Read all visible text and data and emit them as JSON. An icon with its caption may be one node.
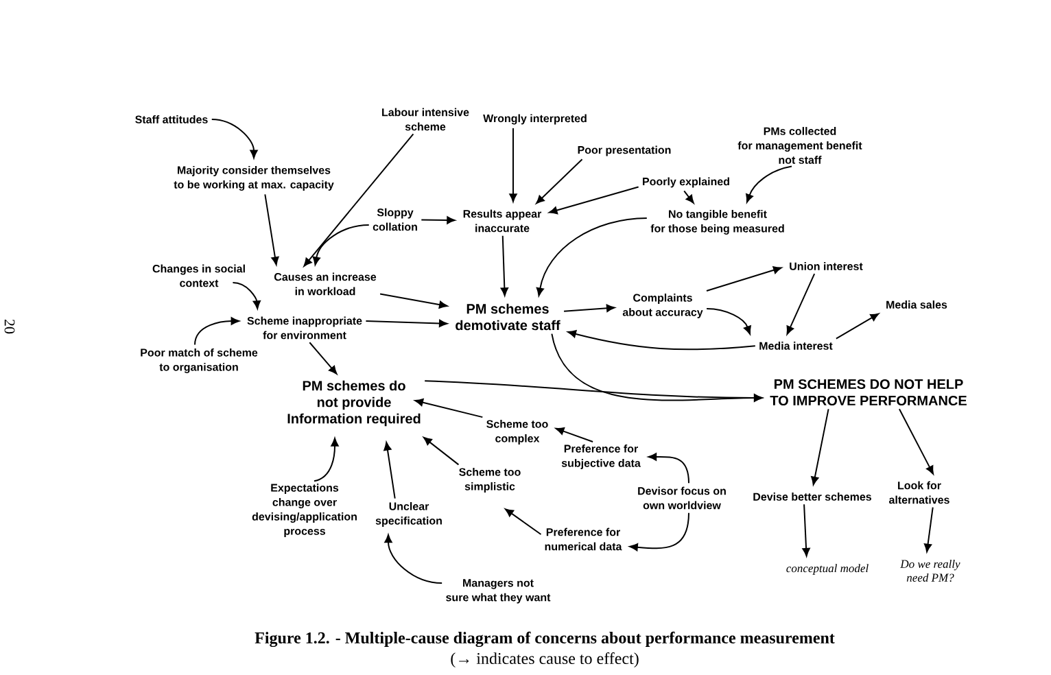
{
  "diagram": {
    "caption": "Figure 1.2. - Multiple-cause diagram of concerns about performance measurement",
    "nodes": [
      {
        "text": [
          "Staff attitudes"
        ]
      },
      {
        "text": [
          "Majority consider themselves to be working at max. capacity"
        ]
      },
      {
        "text": [
          "Labour intensive scheme"
        ]
      },
      {
        "text": [
          "Wrongly interpreted"
        ]
      },
      {
        "text": [
          "Poor presentation"
        ]
      },
      {
        "text": [
          "PMs collected for management benefit not staff"
        ]
      },
      {
        "text": [
          "Poorly explained"
        ]
      },
      {
        "text": [
          "Sloppy collation"
        ]
      },
      {
        "text": [
          "Results appear inaccurate"
        ]
      },
      {
        "text": [
          "No tangible benefit for those being measured"
        ]
      },
      {
        "text": [
          "Changes in social context"
        ]
      },
      {
        "text": [
          "Causes an increase in workload"
        ]
      },
      {
        "text": [
          "PM schemes demotivate staff"
        ]
      },
      {
        "text": [
          "Complaints about accuracy"
        ]
      },
      {
        "text": [
          "Union interest"
        ]
      },
      {
        "text": [
          "Media sales"
        ]
      },
      {
        "text": [
          "Media interest"
        ]
      },
      {
        "text": [
          "Scheme inappropriate for environment"
        ]
      },
      {
        "text": [
          "Poor match of scheme to organisation"
        ]
      },
      {
        "text": [
          "PM schemes do not provide Information required"
        ]
      },
      {
        "text": [
          "PM SCHEMES DO NOT HELP TO IMPROVE PERFORMANCE"
        ]
      },
      {
        "text": [
          "Scheme too complex"
        ]
      },
      {
        "text": [
          "Preference for subjective data"
        ]
      },
      {
        "text": [
          "Scheme too simplistic"
        ]
      },
      {
        "text": [
          "Devisor focus on own worldview"
        ]
      },
      {
        "text": [
          "Expectations change over devising/application process"
        ]
      },
      {
        "text": [
          "Unclear specification"
        ]
      },
      {
        "text": [
          "Preference for numerical data"
        ]
      },
      {
        "text": [
          "Devise better schemes"
        ]
      },
      {
        "text": [
          "Look for alternatives"
        ]
      },
      {
        "text": [
          "conceptual model"
        ]
      },
      {
        "text": [
          "Do we really need PM?"
        ]
      },
      {
        "text": [
          "Managers not sure what they want"
        ]
      }
    ],
    "edges": [
      {
        "from": 0,
        "to": 1,
        "arrow": "to"
      },
      {
        "from": 1,
        "to": 11,
        "arrow": "to"
      },
      {
        "from": 2,
        "to": 11,
        "arrow": "to"
      },
      {
        "from": 7,
        "to": 11,
        "arrow": "to"
      },
      {
        "from": 7,
        "to": 8,
        "arrow": "to"
      },
      {
        "from": 3,
        "to": 8,
        "arrow": "to"
      },
      {
        "from": 4,
        "to": 8,
        "arrow": "to"
      },
      {
        "from": 6,
        "to": 8,
        "arrow": "to"
      },
      {
        "from": 6,
        "to": 9,
        "arrow": "to"
      },
      {
        "from": 5,
        "to": 9,
        "arrow": "to"
      },
      {
        "from": 9,
        "to": 12,
        "arrow": "to"
      },
      {
        "from": 8,
        "to": 12,
        "arrow": "to"
      },
      {
        "from": 11,
        "to": 12,
        "arrow": "to"
      },
      {
        "from": 17,
        "to": 12,
        "arrow": "to"
      },
      {
        "from": 10,
        "to": 17,
        "arrow": "to"
      },
      {
        "from": 18,
        "to": 17,
        "arrow": "to"
      },
      {
        "from": 17,
        "to": 19,
        "arrow": "to"
      },
      {
        "from": 12,
        "to": 13,
        "arrow": "to"
      },
      {
        "from": 13,
        "to": 14,
        "arrow": "to"
      },
      {
        "from": 13,
        "to": 16,
        "arrow": "to"
      },
      {
        "from": 14,
        "to": 16,
        "arrow": "to"
      },
      {
        "from": 16,
        "to": 15,
        "arrow": "to"
      },
      {
        "from": 16,
        "to": 12,
        "arrow": "to"
      },
      {
        "from": 12,
        "to": 20,
        "arrow": "to"
      },
      {
        "from": 19,
        "to": 20,
        "arrow": "to"
      },
      {
        "from": 21,
        "to": 19,
        "arrow": "to"
      },
      {
        "from": 23,
        "to": 19,
        "arrow": "to"
      },
      {
        "from": 26,
        "to": 19,
        "arrow": "to"
      },
      {
        "from": 25,
        "to": 19,
        "arrow": "to"
      },
      {
        "from": 22,
        "to": 21,
        "arrow": "to"
      },
      {
        "from": 27,
        "to": 23,
        "arrow": "to"
      },
      {
        "from": 24,
        "to": 22,
        "arrow": "to"
      },
      {
        "from": 24,
        "to": 27,
        "arrow": "to"
      },
      {
        "from": 32,
        "to": 26,
        "arrow": "to"
      },
      {
        "from": 20,
        "to": 28,
        "arrow": "to"
      },
      {
        "from": 20,
        "to": 29,
        "arrow": "to"
      },
      {
        "from": 28,
        "to": 30,
        "arrow": "to"
      },
      {
        "from": 29,
        "to": 31,
        "arrow": "to"
      }
    ],
    "labels": [
      "20",
      "(→ indicates cause to effect)"
    ]
  }
}
